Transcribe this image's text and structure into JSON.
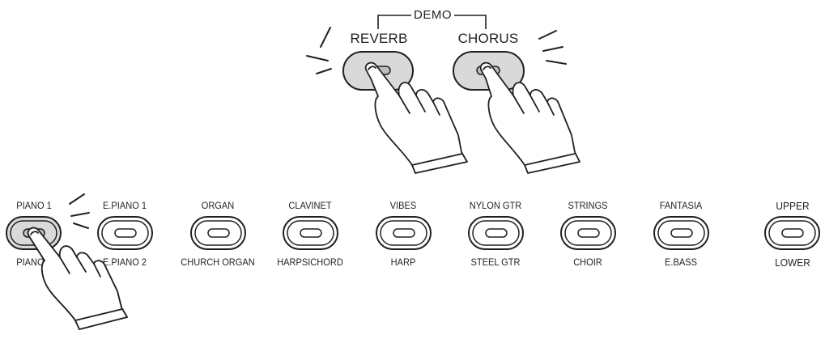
{
  "demo": {
    "label": "DEMO",
    "reverb_label": "REVERB",
    "chorus_label": "CHORUS"
  },
  "voices": [
    {
      "top": "PIANO 1",
      "bottom": "PIANO 2"
    },
    {
      "top": "E.PIANO 1",
      "bottom": "E.PIANO 2"
    },
    {
      "top": "ORGAN",
      "bottom": "CHURCH ORGAN"
    },
    {
      "top": "CLAVINET",
      "bottom": "HARPSICHORD"
    },
    {
      "top": "VIBES",
      "bottom": "HARP"
    },
    {
      "top": "NYLON GTR",
      "bottom": "STEEL GTR"
    },
    {
      "top": "STRINGS",
      "bottom": "CHOIR"
    },
    {
      "top": "FANTASIA",
      "bottom": "E.BASS"
    }
  ],
  "split": {
    "top": "UPPER",
    "bottom": "LOWER"
  },
  "colors": {
    "line": "#231f20",
    "pressed_fill": "#d9d9d9",
    "led_fill": "#bdbdbd"
  }
}
